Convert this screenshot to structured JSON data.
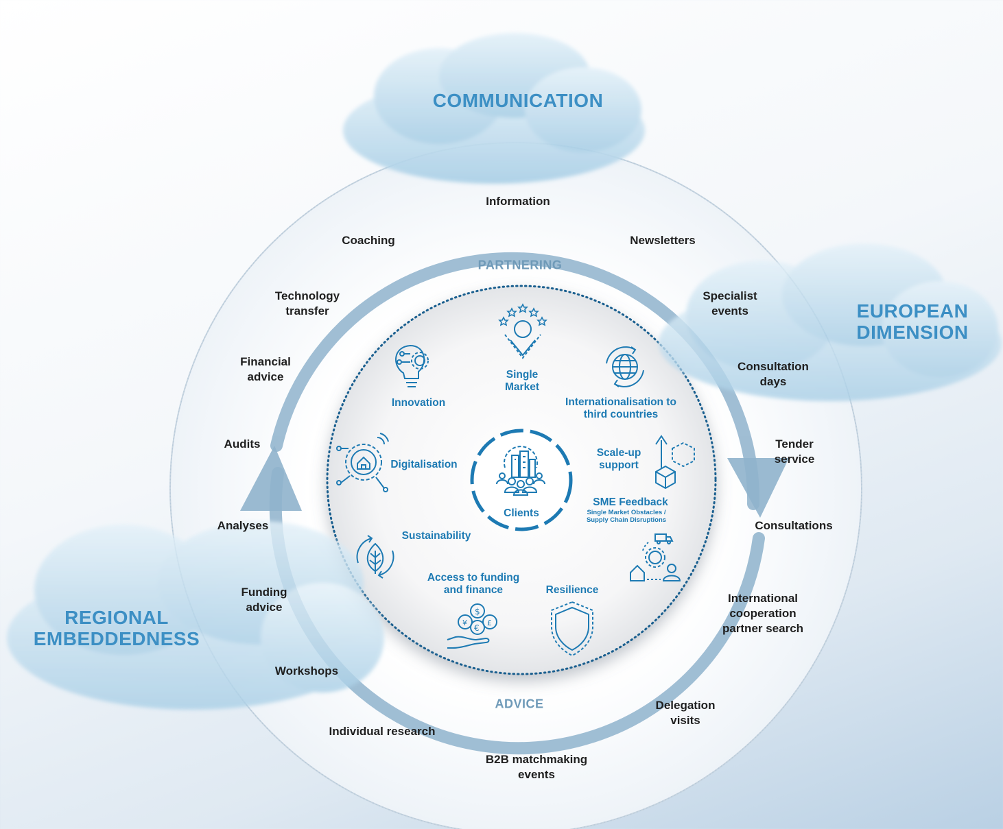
{
  "pillars": {
    "communication": "COMMUNICATION",
    "european": "EUROPEAN\nDIMENSION",
    "regional": "REGIONAL\nEMBEDDEDNESS"
  },
  "rings": {
    "partnering": "PARTNERING",
    "advice": "ADVICE"
  },
  "services": {
    "information": "Information",
    "newsletters": "Newsletters",
    "specialist_events": "Specialist\nevents",
    "consultation_days": "Consultation\ndays",
    "tender_service": "Tender\nservice",
    "consultations": "Consultations",
    "international_cooperation": "International\ncooperation\npartner search",
    "delegation_visits": "Delegation\nvisits",
    "b2b": "B2B matchmaking\nevents",
    "individual_research": "Individual research",
    "workshops": "Workshops",
    "funding_advice": "Funding\nadvice",
    "analyses": "Analyses",
    "audits": "Audits",
    "financial_advice": "Financial\nadvice",
    "technology_transfer": "Technology\ntransfer",
    "coaching": "Coaching"
  },
  "areas": {
    "single_market": "Single\nMarket",
    "innovation": "Innovation",
    "internationalisation": "Internationalisation to\nthird countries",
    "digitalisation": "Digitalisation",
    "scaleup": "Scale-up\nsupport",
    "sme_feedback": "SME Feedback",
    "sme_feedback_sub": "Single Market Obstacles /\nSupply Chain Disruptions",
    "sustainability": "Sustainability",
    "access_funding": "Access to funding\nand finance",
    "resilience": "Resilience",
    "clients": "Clients"
  },
  "icons": {
    "single_market": "map-pin-stars-icon",
    "innovation": "lightbulb-gear-icon",
    "internationalisation": "globe-cycle-icon",
    "digitalisation": "smart-home-icon",
    "scaleup": "growth-cube-icon",
    "sme_feedback": "supply-chain-icon",
    "sustainability": "leaf-cycle-icon",
    "access_funding": "hand-currency-icon",
    "resilience": "shield-icon",
    "clients": "people-building-gear-icon"
  },
  "colors": {
    "accent_blue": "#1d7ab3",
    "pillar_blue": "#3c8fc4",
    "ring_label": "#6f9ab8",
    "arrow": "#8fb3cc",
    "dark_text": "#1f1f1f"
  }
}
